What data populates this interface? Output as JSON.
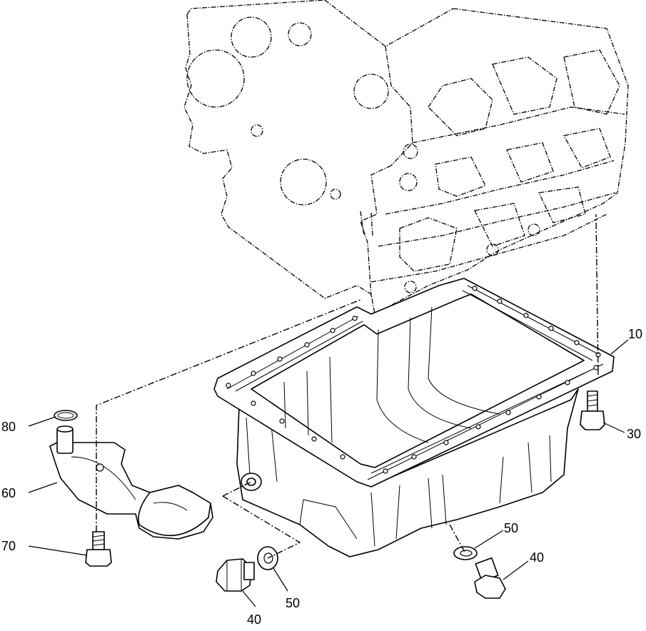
{
  "callouts": [
    {
      "id": "10",
      "text": "10"
    },
    {
      "id": "30",
      "text": "30"
    },
    {
      "id": "80",
      "text": "80"
    },
    {
      "id": "60",
      "text": "60"
    },
    {
      "id": "70",
      "text": "70"
    },
    {
      "id": "50a",
      "text": "50"
    },
    {
      "id": "40a",
      "text": "40"
    },
    {
      "id": "50b",
      "text": "50"
    },
    {
      "id": "40b",
      "text": "40"
    }
  ]
}
